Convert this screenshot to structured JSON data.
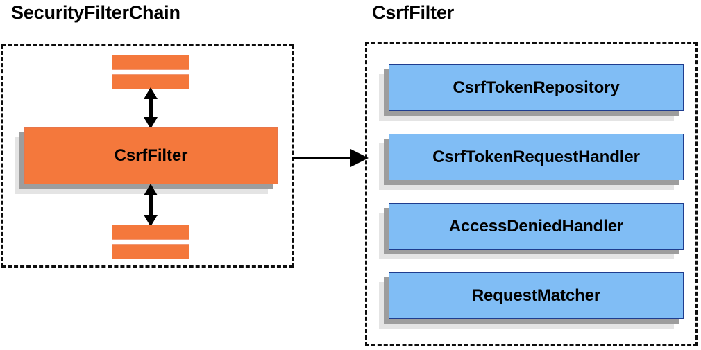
{
  "diagram": {
    "background_color": "#ffffff",
    "panels": [
      {
        "id": "security-filter-chain",
        "title": "SecurityFilterChain",
        "border_style": "dashed",
        "border_color": "#0d0d0d",
        "nodes": [
          {
            "label": "",
            "kind": "stub-bar",
            "color": "#f4783c"
          },
          {
            "label": "",
            "kind": "stub-bar",
            "color": "#f4783c"
          },
          {
            "label": "CsrfFilter",
            "kind": "box",
            "color": "#f4783c"
          },
          {
            "label": "",
            "kind": "stub-bar",
            "color": "#f4783c"
          },
          {
            "label": "",
            "kind": "stub-bar",
            "color": "#f4783c"
          }
        ],
        "connectors": [
          {
            "type": "double-headed-arrow",
            "orientation": "vertical",
            "from": "filter-stub-upper",
            "to": "CsrfFilter"
          },
          {
            "type": "double-headed-arrow",
            "orientation": "vertical",
            "from": "CsrfFilter",
            "to": "filter-stub-lower"
          }
        ]
      },
      {
        "id": "csrf-filter",
        "title": "CsrfFilter",
        "border_style": "dashed",
        "border_color": "#0d0d0d",
        "nodes": [
          {
            "label": "CsrfTokenRepository",
            "kind": "box",
            "color": "#80bdf5"
          },
          {
            "label": "CsrfTokenRequestHandler",
            "kind": "box",
            "color": "#80bdf5"
          },
          {
            "label": "AccessDeniedHandler",
            "kind": "box",
            "color": "#80bdf5"
          },
          {
            "label": "RequestMatcher",
            "kind": "box",
            "color": "#80bdf5"
          }
        ]
      }
    ],
    "cross_panel_connector": {
      "type": "single-headed-arrow",
      "orientation": "horizontal",
      "from": "CsrfFilter",
      "to": "csrf-filter-panel",
      "color": "#000000"
    },
    "colors": {
      "orange_fill": "#f4783c",
      "orange_border": "#e8764a",
      "blue_fill": "#80bdf5",
      "blue_border": "#1f3d8f",
      "shadow_dark": "#9d9d9d",
      "shadow_light": "#e4e4e4",
      "text": "#000000"
    }
  }
}
